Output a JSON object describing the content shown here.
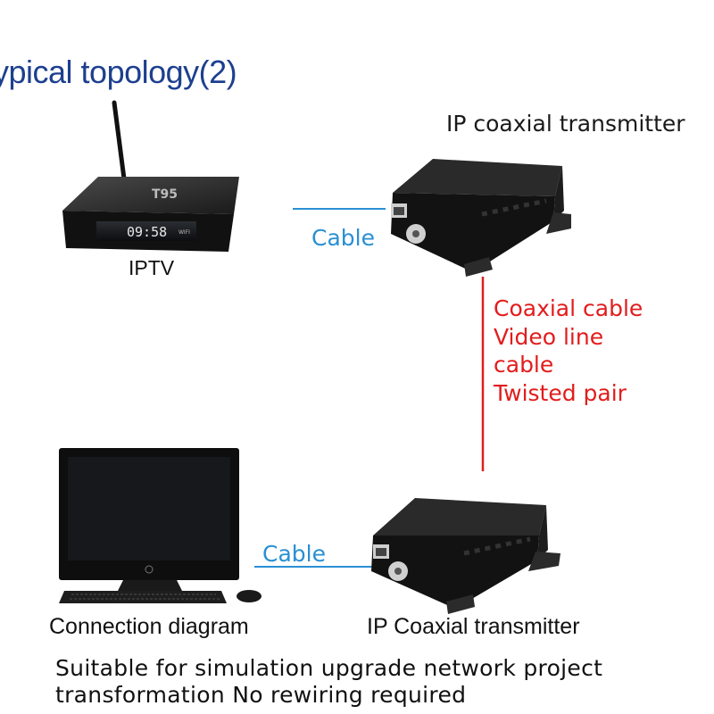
{
  "title": "ypical topology(2)",
  "nodes": {
    "top_transmitter": "IP coaxial transmitter",
    "iptv": "IPTV",
    "computer": "Connection diagram",
    "bottom_transmitter": "IP Coaxial transmitter"
  },
  "links": {
    "cable_top": "Cable",
    "cable_bottom": "Cable",
    "coax_lines": [
      "Coaxial cable",
      "Video line",
      "cable",
      "Twisted pair"
    ]
  },
  "box_display": {
    "time": "09:58",
    "brand": "T95",
    "wifi": "WIFI"
  },
  "footer": [
    "Suitable for simulation upgrade network project",
    "transformation No rewiring required"
  ],
  "colors": {
    "title": "#1d3f8f",
    "cable_line": "#2a8fd4",
    "coax_line": "#e21c1c"
  }
}
